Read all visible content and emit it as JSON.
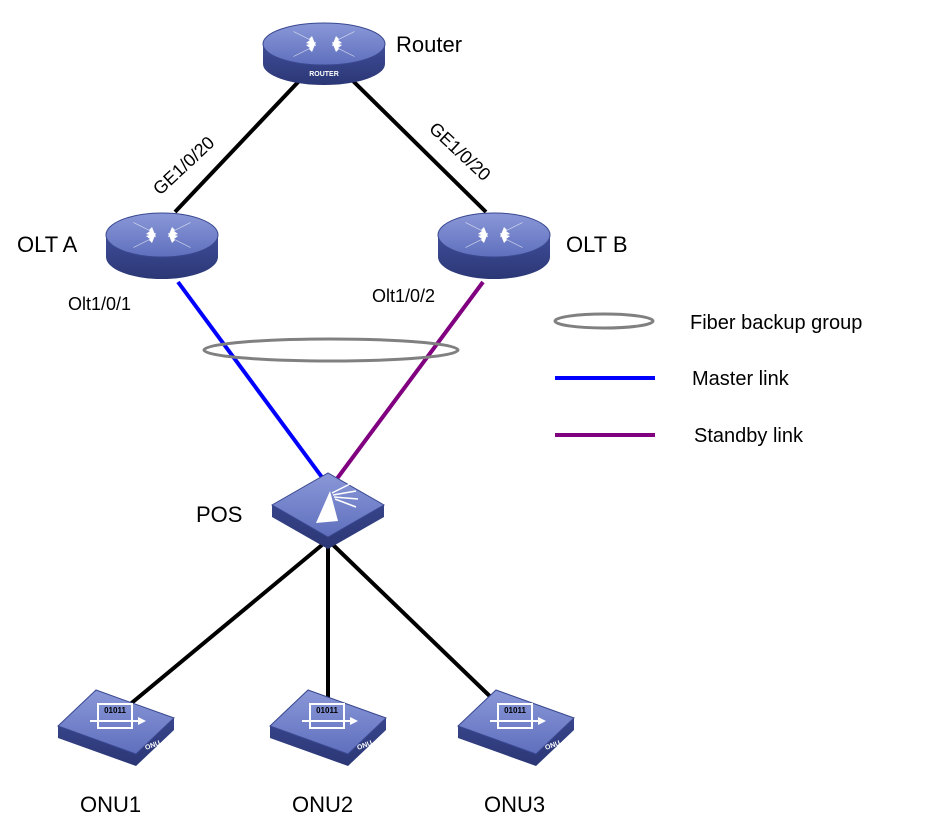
{
  "nodes": {
    "router": {
      "label": "Router",
      "badge": "ROUTER",
      "icon": "router-icon"
    },
    "olt_a": {
      "label": "OLT A",
      "icon": "switch-icon"
    },
    "olt_b": {
      "label": "OLT B",
      "icon": "switch-icon"
    },
    "pos": {
      "label": "POS",
      "icon": "splitter-icon"
    },
    "onus": [
      {
        "label": "ONU1",
        "badge": "ONU",
        "screen": "01011",
        "icon": "onu-icon"
      },
      {
        "label": "ONU2",
        "badge": "ONU",
        "screen": "01011",
        "icon": "onu-icon"
      },
      {
        "label": "ONU3",
        "badge": "ONU",
        "screen": "01011",
        "icon": "onu-icon"
      }
    ]
  },
  "links": {
    "router_olt_a_port": "GE1/0/20",
    "router_olt_b_port": "GE1/0/20",
    "olt_a_pon_port": "Olt1/0/1",
    "olt_b_pon_port": "Olt1/0/2"
  },
  "legend": {
    "fiber_backup_group": "Fiber backup group",
    "master_link": "Master link",
    "standby_link": "Standby link"
  },
  "colors": {
    "master_link": "#0000ff",
    "standby_link": "#800080",
    "trunk_link": "#000000",
    "backup_group_ellipse": "#808080",
    "device_body": "#4a5aa8"
  }
}
